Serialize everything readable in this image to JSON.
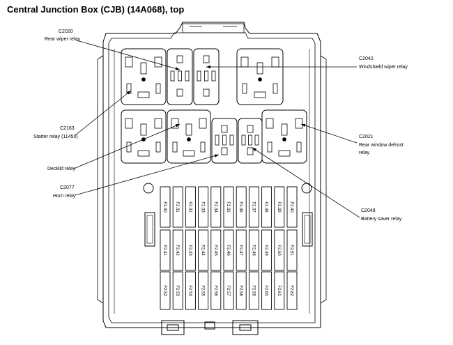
{
  "title": "Central Junction Box (CJB) (14A068), top",
  "callouts": {
    "c2020": {
      "code": "C2020",
      "name": "Rear wiper relay"
    },
    "c2042": {
      "code": "C2042",
      "name": "Windshield wiper relay"
    },
    "c2163": {
      "code": "C2163",
      "name": "Starter relay (11450)"
    },
    "c2021": {
      "code": "C2021",
      "name": "Rear window defrost",
      "name2": "relay"
    },
    "decklid": {
      "name": "Decklid relay"
    },
    "c2077": {
      "code": "C2077",
      "name": "Horn relay"
    },
    "c2048": {
      "code": "C2048",
      "name": "Battery saver relay"
    }
  },
  "fuse_rows": [
    [
      "F2.30",
      "F2.31",
      "F2.32",
      "F2.33",
      "F2.34",
      "F2.35",
      "F2.36",
      "F2.37",
      "F2.38",
      "F2.39",
      "F2.40"
    ],
    [
      "F2.41",
      "F2.42",
      "F2.43",
      "F2.44",
      "F2.45",
      "F2.46",
      "F2.47",
      "F2.48",
      "F2.49",
      "F2.50",
      "F2.51"
    ],
    [
      "F2.52",
      "F2.53",
      "F2.54",
      "F2.55",
      "F2.56",
      "F2.57",
      "F2.58",
      "F2.59",
      "F2.60",
      "F2.61",
      "F2.62"
    ]
  ]
}
